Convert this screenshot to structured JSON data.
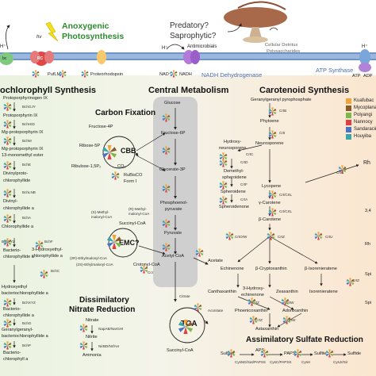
{
  "top": {
    "hv": "hν",
    "anoxygenic": "Anoxygenic",
    "photosynthesis": "Photosynthesis",
    "predatory": "Predatory?",
    "saprophytic": "Saprophytic?",
    "antimicrobials": "Antimicrobials",
    "detritus": "Cellular Detritus",
    "polysaccharides": "Polysaccharides",
    "h_left": "H⁺",
    "h_mid": "H⁺",
    "h_right": "H⁺",
    "rc": "RC",
    "bc": "bc",
    "pufLM": "PufLM",
    "proteorhodopsin": "Proteorhodopsin",
    "nad": "NAD⁺",
    "nadh": "NADH",
    "nadh_dh": "NADH Dehydrogenase",
    "atp_synthase": "ATP Synthase",
    "atp": "ATP",
    "adp": "ADP"
  },
  "sections": {
    "bacteriochlorophyll": "ochlorophyll Synthesis",
    "central": "Central Metabolism",
    "carotenoid": "Carotenoid Synthesis",
    "carbon": "Carbon Fixation",
    "nitrate1": "Dissimilatory",
    "nitrate2": "Nitrate Reduction",
    "sulfate": "Assimilatory Sulfate Reduction"
  },
  "bchl": [
    "Protoporphyrinogen IX",
    "BchGJY",
    "Protoporphyrin IX",
    "BchHID",
    "Mg-protoporphyrin IX",
    "BchM",
    "Mg-protoporphyrin IX",
    "13-monomethyl ester",
    "BchE",
    "Divinylproto-",
    "chlorophyllide",
    "BchLNB",
    "Divinyl-",
    "chlorophyllide a",
    "BchA",
    "Chlorophyllide a",
    "BchXYZ",
    "BchF",
    "3-Hydroxyethyl-",
    "chlorophyllide a",
    "Bacterio-",
    "chlorophyllide a",
    "BchC",
    "Hydroxyethyl",
    "bacteriochlorophyllide a",
    "BchXYZ",
    "Bacterio-",
    "chlorophyllide a",
    "BchG",
    "Geranylgeranyl-",
    "bacteriochlorophyllide a",
    "BchP",
    "Bacterio-",
    "chlorophyll a"
  ],
  "central": {
    "glucose": "Glucose",
    "f6p": "Fructose-6P",
    "g3p": "Glycerate-3P",
    "pep1": "Phosphoenol-",
    "pep2": "pyruvate",
    "pyruvate": "Pyruvate",
    "acetylcoa": "Acetyl-CoA",
    "acetate": "Acetate",
    "citrate": "Citrate",
    "aconitate": "Aconitate",
    "tca": "TCA",
    "succinylcoa": "Succinyl-CoA"
  },
  "carbon": {
    "f4p": "Fructose-4P",
    "r5p": "Ribose-5P",
    "rubp": "Ribulose-1,5P₂",
    "cbb": "CBB",
    "co2": "CO₂",
    "rubisco1": "RuBisCO",
    "rubisco2": "Form I",
    "s_methyl1": "(S)-Methyl-",
    "s_methyl2": "malonyl-CoA",
    "r_methyl1": "(R)-Methyl-",
    "r_methyl2": "malonyl-CoA",
    "succinyl": "Succinyl-CoA",
    "emc": "EMC?",
    "ethylmal1": "(2R)-Ethylmalonyl-CoA",
    "ethylmal2": "(2S)-Ethylmalonyl-CoA",
    "crotonyl": "Crotonyl-CoA",
    "ccr": "Ccr"
  },
  "nitrate": {
    "nitrate": "Nitrate",
    "napab": "NapAB/NarGHI",
    "nitrite": "Nitrite",
    "nirbd": "NirBD/NrfAH",
    "ammonia": "Ammonia"
  },
  "carotenoid": {
    "ggpp": "Geranylgeranyl pyrophosphate",
    "crtb": "CrtB",
    "phytoene": "Phytoene",
    "crti": "CrtI",
    "neurosporene": "Neurosporene",
    "hydroxy1": "Hydroxy-",
    "hydroxy2": "neurosporene",
    "crtc": "CrtC",
    "crtd": "CrtD",
    "demethyl1": "Demethyl-",
    "demethyl2": "spheroidene",
    "crtf": "CrtF",
    "spheroidene": "Spheroidene",
    "crta": "CrtA",
    "spheroidenone": "Spheroidenone",
    "lycopene": "Lycopene",
    "crtcl": "Crt/CrtL",
    "gamma": "γ-Carotene",
    "crtcl2": "Crt/CrtL",
    "beta": "β-Carotene",
    "crtw": "CrtO/W",
    "crtz": "CrtZ",
    "crtu": "CrtU",
    "echinenone": "Echinenone",
    "crypto": "β-Cryptoxanthin",
    "isorenieratene": "β-Isorenieratene",
    "canthaxanthin": "Canthaxanthin",
    "hydroxyech1": "3-Hydroxy-",
    "hydroxyech2": "echinenone",
    "zeaxanthin": "Zeaxanthin",
    "isorenieratene2": "Isorenieratene",
    "crtz2": "CrtZ",
    "crtw2": "CrtW",
    "phoenico": "Phoenicoxanthin",
    "adonix": "Adonixanthin",
    "crtz3": "CrtZ",
    "crtw3": "CrtW",
    "astaxanthin": "Astaxanthin",
    "crtc2": "CrtC",
    "rh": "Rh",
    "side1": "3,4",
    "side2": "Rh",
    "side3": "Spi",
    "side4": "Spi",
    "crtcz": "CrtZ"
  },
  "sulfate": {
    "sulfate": "Sulfate",
    "aps": "APS",
    "paps": "PAPS",
    "sulfite": "Sulfite",
    "sulfide": "Sulfide",
    "e1": "CysND/Sat/PAPSS",
    "e2": "CysC/PAPSS",
    "e3": "CysH",
    "e4": "CysJI/Sir"
  },
  "legend": [
    {
      "label": "Kuafubac",
      "color": "#f2a33a"
    },
    {
      "label": "Mycoplana",
      "color": "#8a5a2b"
    },
    {
      "label": "Polyangi",
      "color": "#7db84a"
    },
    {
      "label": "Nannocy",
      "color": "#e04040"
    },
    {
      "label": "Sandaracin",
      "color": "#4a73c4"
    },
    {
      "label": "Houyiba",
      "color": "#3aa6a8"
    }
  ],
  "colors": {
    "bchl_bg": "#e9f2e0",
    "central_bg": "#d9d9d9",
    "carot_bg": "#fbe9d6",
    "membrane": "#7a9fcf",
    "bacterium": "#a8684a"
  }
}
